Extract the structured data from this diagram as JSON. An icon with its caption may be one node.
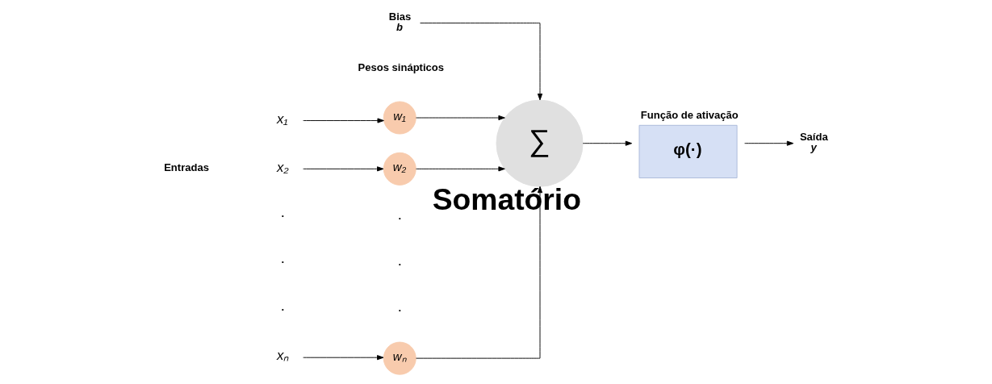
{
  "diagram": {
    "nodes": [
      {
        "text": [
          "x₁"
        ]
      },
      {
        "text": [
          "w₁"
        ]
      },
      {
        "text": [
          "x₂"
        ]
      },
      {
        "text": [
          "w₂"
        ]
      },
      {
        "text": [
          "xₙ"
        ]
      },
      {
        "text": [
          "wₙ"
        ]
      },
      {
        "text": [
          "Bias",
          "b"
        ]
      },
      {
        "text": [
          "∑"
        ],
        "beside": [
          "Somatório"
        ]
      },
      {
        "text": [
          "Função de ativação",
          "φ(·)"
        ]
      },
      {
        "text": [
          "Saída",
          "y"
        ]
      }
    ],
    "edges": [
      {
        "from": 0,
        "to": 1,
        "arrow": "to"
      },
      {
        "from": 2,
        "to": 3,
        "arrow": "to"
      },
      {
        "from": 4,
        "to": 5,
        "arrow": "to"
      },
      {
        "from": 1,
        "to": 7,
        "arrow": "to"
      },
      {
        "from": 3,
        "to": 7,
        "arrow": "to"
      },
      {
        "from": 5,
        "to": 7,
        "arrow": "to"
      },
      {
        "from": 6,
        "to": 7,
        "arrow": "to"
      },
      {
        "from": 7,
        "to": 8,
        "arrow": "to"
      },
      {
        "from": 8,
        "to": 9,
        "arrow": "to"
      }
    ],
    "labels": [
      "Pesos sinápticos",
      "Entradas",
      ".",
      ".",
      ".",
      ".",
      ".",
      "."
    ]
  }
}
